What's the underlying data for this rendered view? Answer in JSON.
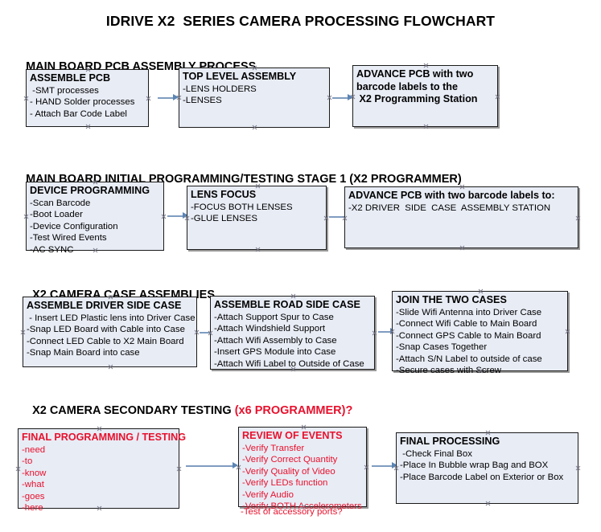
{
  "title": "IDRIVE X2  SERIES CAMERA PROCESSING FLOWCHART",
  "colors": {
    "box_fill": "#E8ECF5",
    "box_border": "#1A1A1A",
    "arrow": "#5B85B5",
    "accent_red": "#E8112D",
    "text": "#000000"
  },
  "sections": [
    {
      "header": "MAIN BOARD PCB ASSEMBLY PROCESS",
      "header_accent": "",
      "boxes": [
        {
          "title": "ASSEMBLE PCB",
          "lines": [
            " -SMT processes",
            "- HAND Solder processes",
            "- Attach Bar Code Label"
          ]
        },
        {
          "title": "TOP LEVEL ASSEMBLY",
          "lines": [
            "-LENS HOLDERS",
            "-LENSES"
          ]
        },
        {
          "title": "ADVANCE PCB with two",
          "lines": [
            "barcode labels to the",
            " X2 Programming Station"
          ]
        }
      ]
    },
    {
      "header": "MAIN BOARD INITIAL PROGRAMMING/TESTING STAGE 1 (X2 PROGRAMMER)",
      "header_accent": "",
      "boxes": [
        {
          "title": "DEVICE PROGRAMMING",
          "lines": [
            "-Scan Barcode",
            "-Boot Loader",
            "-Device Configuration",
            "-Test Wired Events",
            "-AC SYNC"
          ]
        },
        {
          "title": "LENS FOCUS",
          "lines": [
            "-FOCUS BOTH LENSES",
            "-GLUE LENSES"
          ]
        },
        {
          "title": "ADVANCE PCB with two barcode labels to:",
          "lines": [
            "-X2 DRIVER  SIDE  CASE  ASSEMBLY STATION"
          ]
        }
      ]
    },
    {
      "header": "X2 CAMERA CASE ASSEMBLIES",
      "header_accent": "",
      "boxes": [
        {
          "title": "ASSEMBLE DRIVER SIDE CASE",
          "lines": [
            " - Insert LED Plastic lens into Driver Case",
            "-Snap LED Board with Cable into Case",
            "-Connect LED Cable to X2 Main Board",
            "-Snap Main Board into case"
          ]
        },
        {
          "title": "ASSEMBLE ROAD SIDE CASE",
          "lines": [
            "-Attach Support Spur to Case",
            "-Attach Windshield Support",
            "-Attach Wifi Assembly to Case",
            "-Insert GPS Module into Case",
            "-Attach Wifi Label to Outside of Case"
          ]
        },
        {
          "title": "JOIN THE TWO CASES",
          "lines": [
            "-Slide Wifi Antenna into Driver Case",
            "-Connect Wifi Cable to Main Board",
            "-Connect GPS Cable to Main Board",
            "-Snap Cases Together",
            "-Attach S/N Label to outside of case",
            "-Secure cases with Screw"
          ]
        }
      ]
    },
    {
      "header": "X2 CAMERA SECONDARY TESTING ",
      "header_accent": "(x6 PROGRAMMER)?",
      "boxes": [
        {
          "title": "FINAL PROGRAMMING / TESTING",
          "lines": [
            "-need",
            "-to",
            "-know",
            "-what",
            "-goes",
            "-here"
          ]
        },
        {
          "title": "REVIEW OF EVENTS",
          "lines": [
            "-Verify Transfer",
            "-Verify Correct Quantity",
            "-Verify Quality of Video",
            "-Verify LEDs function",
            "-Verify Audio",
            "-Verify BOTH Accelerometers"
          ],
          "overflow_line": "-Test of accessory ports?"
        },
        {
          "title": "FINAL PROCESSING",
          "lines": [
            " -Check Final Box",
            "-Place In Bubble wrap Bag and BOX",
            "-Place Barcode Label on Exterior or Box"
          ]
        }
      ]
    }
  ]
}
